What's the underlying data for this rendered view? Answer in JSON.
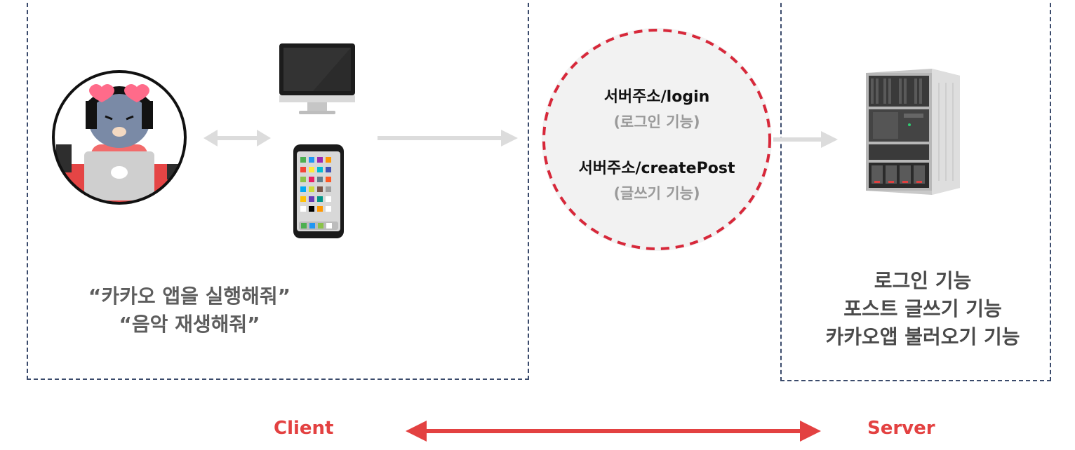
{
  "endpoints": {
    "login_path": "서버주소/login",
    "login_desc": "(로그인 기능)",
    "post_path": "서버주소/createPost",
    "post_desc": "(글쓰기 기능)"
  },
  "client": {
    "quote_line1": "“카카오 앱을 실행해줘”",
    "quote_line2": "“음악 재생해줘”"
  },
  "server": {
    "features": [
      "로그인 기능",
      "포스트 글쓰기 기능",
      "카카오앱 불러오기 기능"
    ]
  },
  "footer": {
    "client_label": "Client",
    "server_label": "Server"
  },
  "colors": {
    "box_border": "#3a4a6b",
    "accent_red": "#e34141",
    "arrow_gray": "#dcdcdc"
  },
  "icons": {
    "user": "user-avatar-illustration-icon",
    "monitor": "monitor-icon",
    "phone": "smartphone-icon",
    "server": "server-rack-icon"
  }
}
